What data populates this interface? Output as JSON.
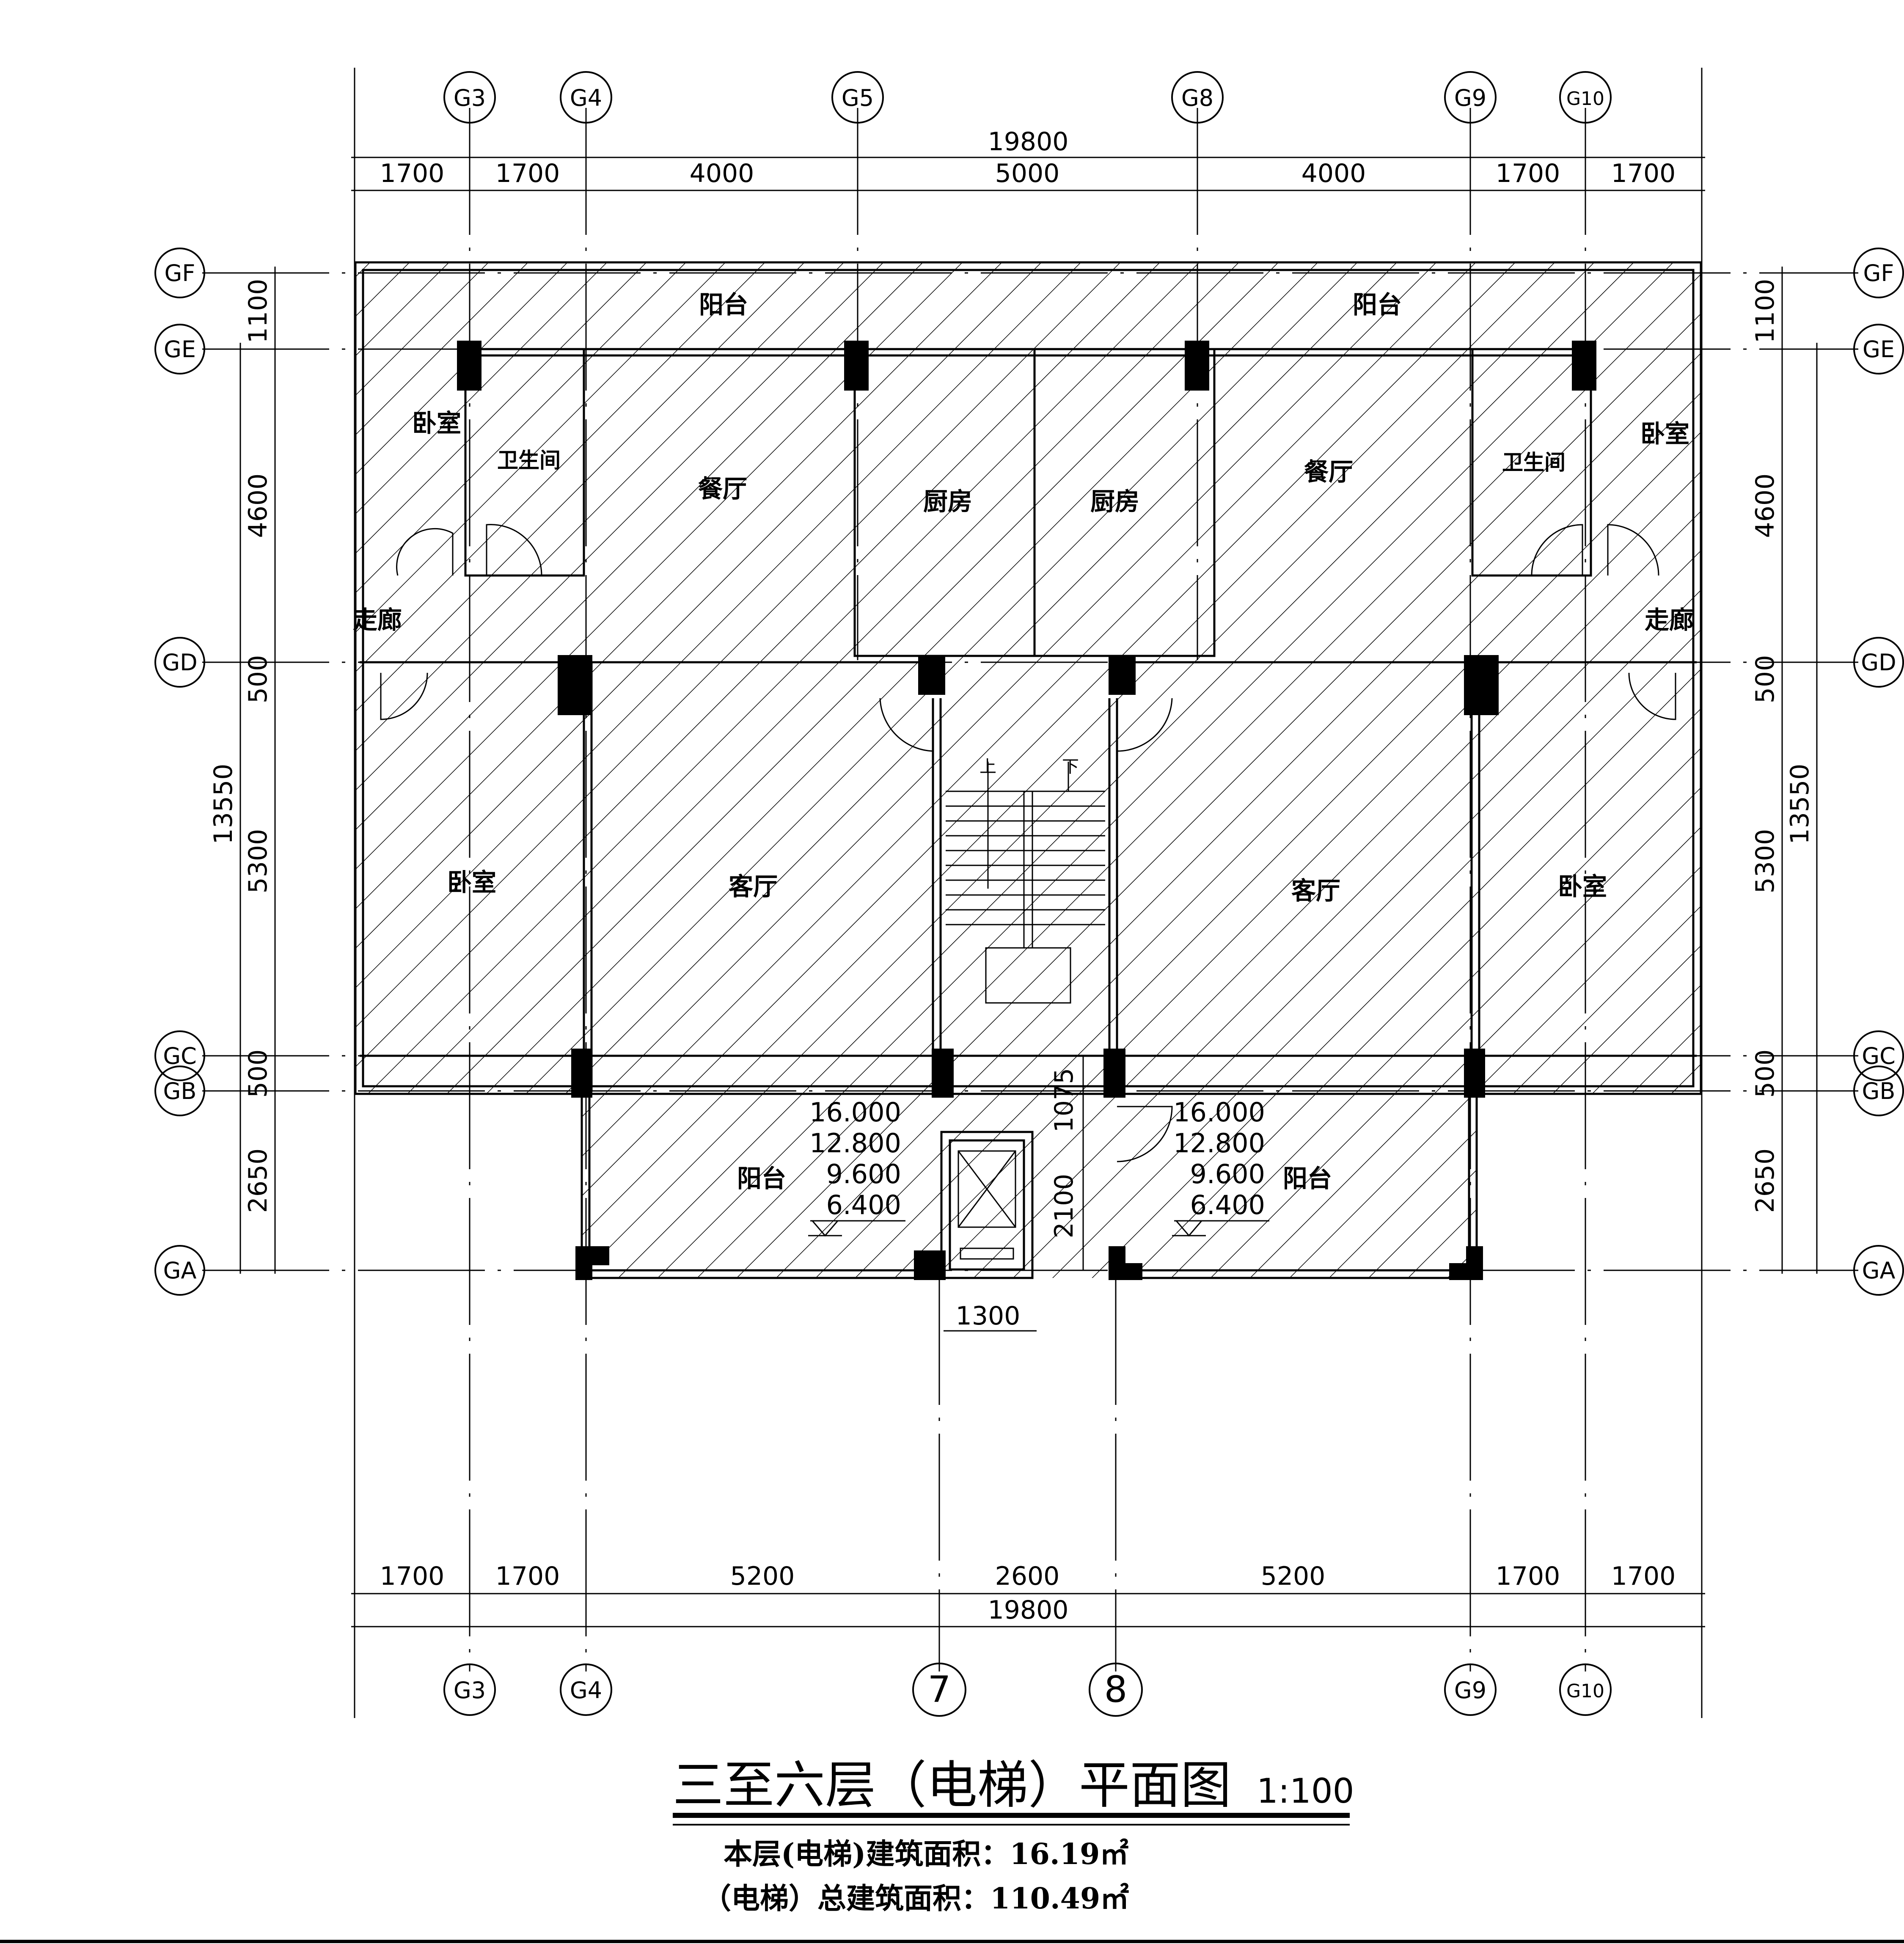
{
  "axes": {
    "top": [
      "G3",
      "G4",
      "G5",
      "G8",
      "G9",
      "G10"
    ],
    "bottom": [
      "G3",
      "G4",
      "7",
      "8",
      "G9",
      "G10"
    ],
    "rows": [
      "GF",
      "GE",
      "GD",
      "GC",
      "GB",
      "GA"
    ]
  },
  "dims": {
    "top_total": "19800",
    "top_segments": [
      "1700",
      "1700",
      "4000",
      "5000",
      "4000",
      "1700",
      "1700"
    ],
    "bottom_total": "19800",
    "bottom_segments": [
      "1700",
      "1700",
      "5200",
      "2600",
      "5200",
      "1700",
      "1700"
    ],
    "side_total": "13550",
    "side_segments": [
      "1100",
      "4600",
      "500",
      "5300",
      "500",
      "2650"
    ],
    "elevator_width": "1300",
    "elevator_depth": "2100",
    "lobby_depth": "1075"
  },
  "rooms": {
    "balcony": "阳台",
    "bedroom": "卧室",
    "bathroom": "卫生间",
    "dining": "餐厅",
    "kitchen": "厨房",
    "corridor": "走廊",
    "living": "客厅"
  },
  "stair": {
    "up": "上",
    "down": "下"
  },
  "elevations": [
    "16.000",
    "12.800",
    "9.600",
    "6.400"
  ],
  "title": "三至六层（电梯）平面图",
  "scale": "1:100",
  "area_floor": "本层(电梯)建筑面积：16.19㎡",
  "area_total": "（电梯）总建筑面积：110.49㎡"
}
